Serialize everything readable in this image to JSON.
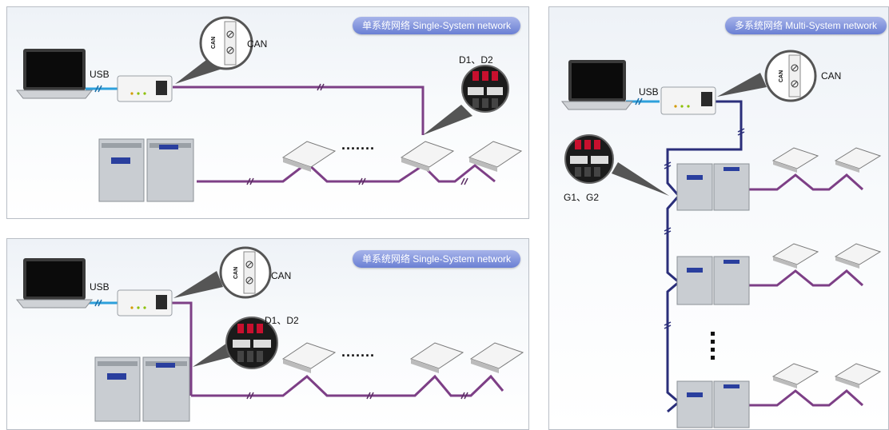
{
  "panels": {
    "top_left": {
      "title": "单系统网络 Single-System network",
      "usb_label": "USB",
      "can_label": "CAN",
      "can_vertical": "CAN",
      "dip_label": "D1、D2",
      "ellipsis": "·······"
    },
    "bottom_left": {
      "title": "单系统网络 Single-System network",
      "usb_label": "USB",
      "can_label": "CAN",
      "can_vertical": "CAN",
      "dip_label": "D1、D2",
      "ellipsis": "·······"
    },
    "right": {
      "title": "多系统网络 Multi-System network",
      "usb_label": "USB",
      "can_label": "CAN",
      "can_vertical": "CAN",
      "dip_label": "G1、G2",
      "ellipsis_vertical": "⋮"
    }
  },
  "colors": {
    "cable_purple": "#7d3f86",
    "cable_navy": "#2a2e7a",
    "usb_blue": "#2da0dc",
    "pill_blue": "#6a7fd4"
  },
  "icons": [
    "laptop-icon",
    "gateway-icon",
    "callout-icon",
    "outdoor-unit-icon",
    "cassette-unit-icon",
    "dip-switch-icon"
  ]
}
